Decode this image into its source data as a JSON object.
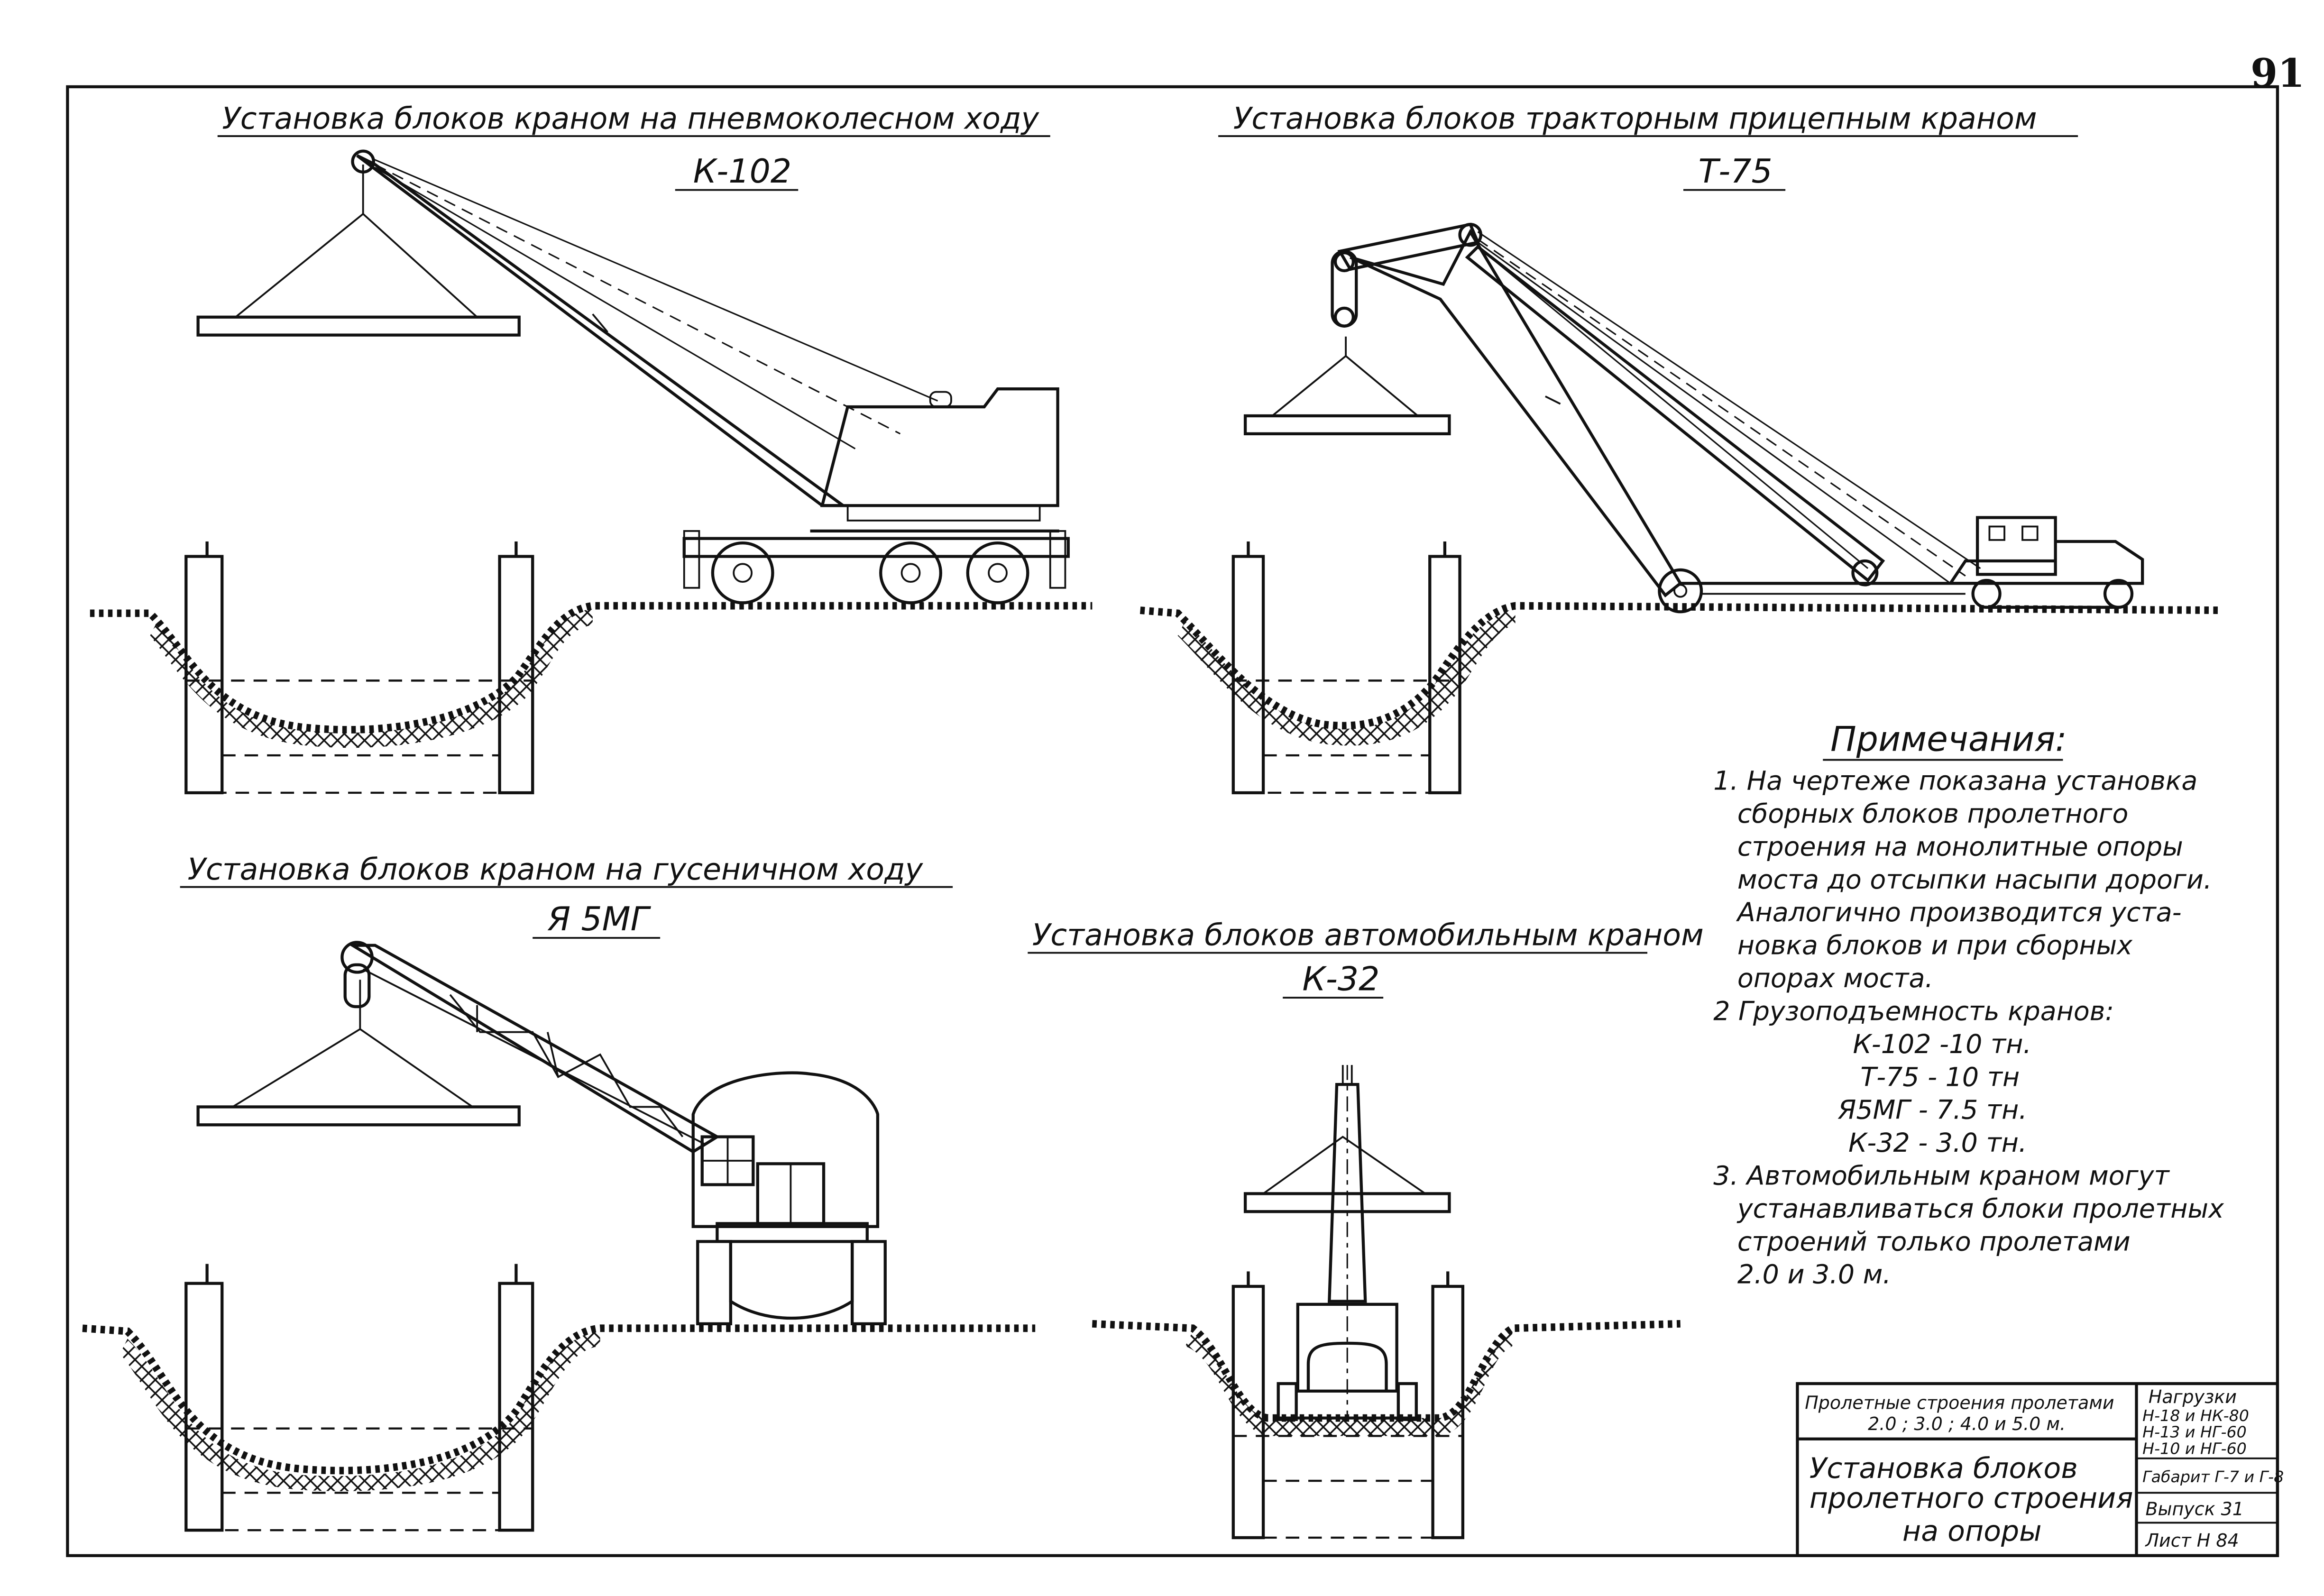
{
  "sheet_number": "91",
  "titles": {
    "k102": "Установка блоков краном на пневмоколесном ходу",
    "t75": "Установка блоков тракторным прицепным краном",
    "ya5mg": "Установка блоков краном на гусеничном ходу",
    "k32": "Установка блоков автомобильным краном"
  },
  "models": {
    "k102": "К-102",
    "t75": "Т-75",
    "ya5mg": "Я 5МГ",
    "k32": "К-32"
  },
  "notes": {
    "heading": "Примечания:",
    "n1": [
      "1. На чертеже показана установка",
      "сборных блоков пролетного",
      "строения на монолитные опоры",
      "моста до отсыпки насыпи дороги.",
      "Аналогично производится уста-",
      "новка блоков и при сборных",
      "опорах моста."
    ],
    "n2": "2 Грузоподъемность кранов:",
    "capacities": [
      "К-102 -10 тн.",
      "Т-75 - 10 тн",
      "Я5МГ - 7.5 тн.",
      "К-32 - 3.0 тн."
    ],
    "n3": [
      "3. Автомобильным краном могут",
      "устанавливаться блоки пролетных",
      "строений только пролетами",
      "2.0 и 3.0 м."
    ]
  },
  "title_block": {
    "spans_line1": "Пролетные строения пролетами",
    "spans_line2": "2.0 ; 3.0 ; 4.0 и 5.0 м.",
    "loads_line1": "Нагрузки",
    "loads_line2": "Н-18 и НК-80",
    "loads_line3": "Н-13 и НГ-60",
    "loads_line4": "Н-10 и НГ-60",
    "gauge": "Габарит Г-7 и Г-8",
    "issue": "Выпуск 31",
    "sheet": "Лист Н 84",
    "main_line1": "Установка блоков",
    "main_line2": "пролетного строения",
    "main_line3": "на опоры"
  }
}
